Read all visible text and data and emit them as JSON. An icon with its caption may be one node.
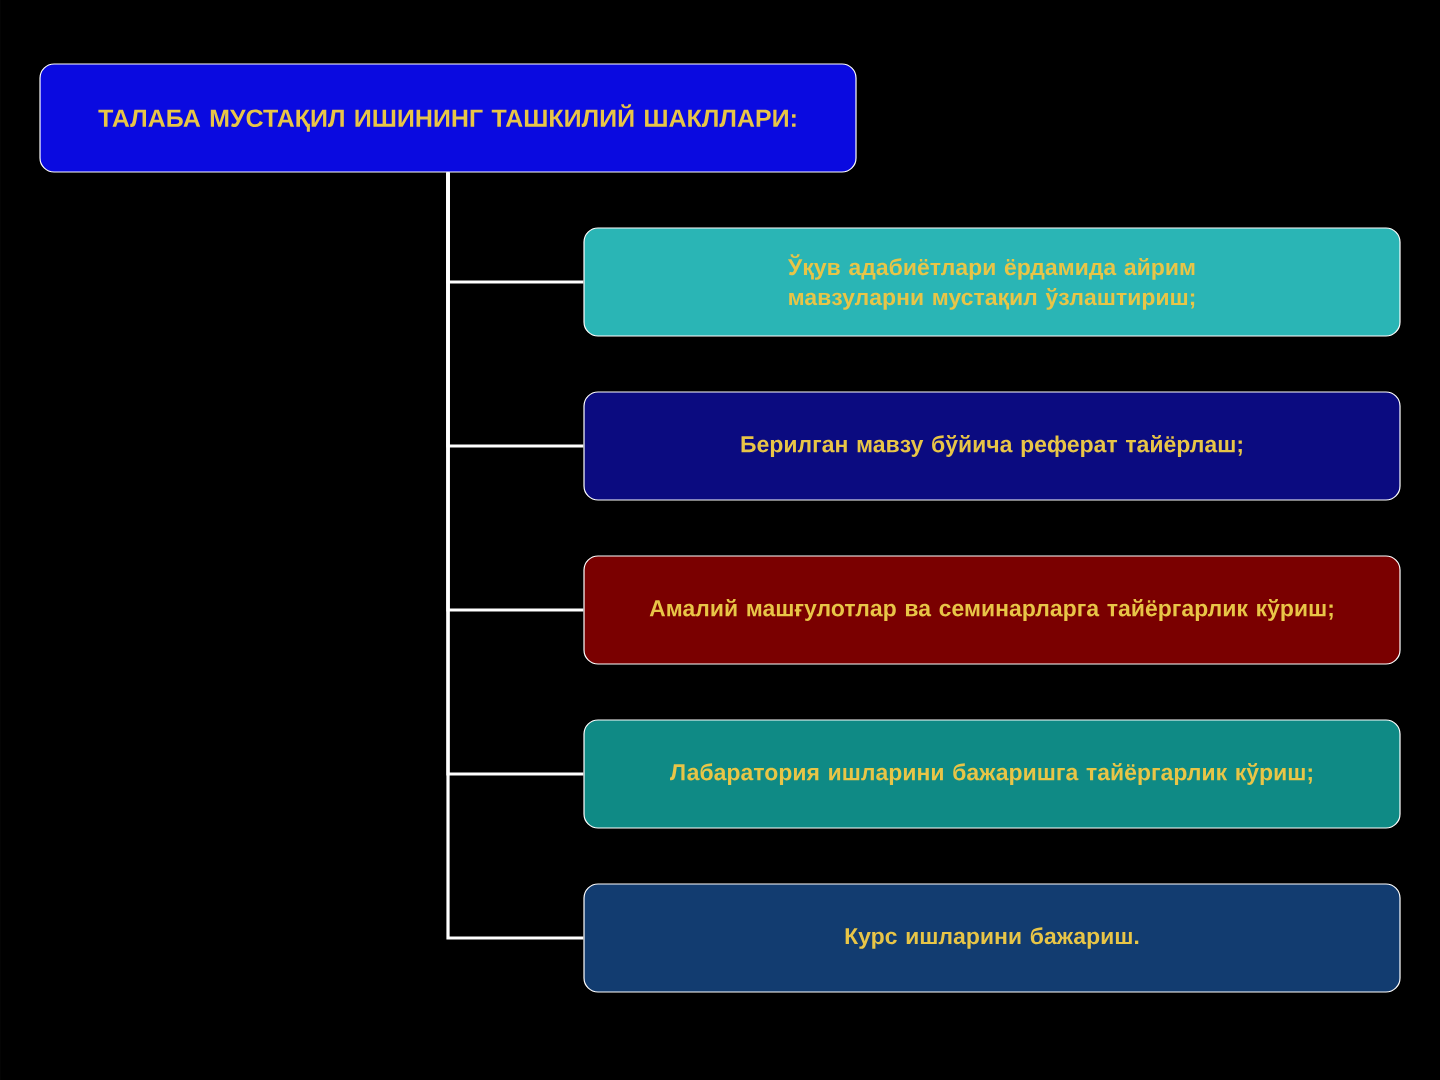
{
  "diagram": {
    "nodes": [
      {
        "text": [
          "ТАЛАБА МУСТАҚИЛ ИШИНИНГ ТАШКИЛИЙ ШАКЛЛАРИ:"
        ]
      },
      {
        "text": [
          "Ўқув адабиётлари ёрдамида айрим мавзуларни мустақил ўзлаштириш;"
        ]
      },
      {
        "text": [
          "Берилган мавзу бўйича реферат тайёрлаш;"
        ]
      },
      {
        "text": [
          "Амалий машғулотлар ва семинарларга тайёргарлик кўриш;"
        ]
      },
      {
        "text": [
          "Лабаратория ишларини бажаришга тайёргарлик кўриш;"
        ]
      },
      {
        "text": [
          "Курс ишларини бажариш."
        ]
      }
    ],
    "edges": [
      {
        "from": 0,
        "to": 1,
        "arrow": "none"
      },
      {
        "from": 0,
        "to": 2,
        "arrow": "none"
      },
      {
        "from": 0,
        "to": 3,
        "arrow": "none"
      },
      {
        "from": 0,
        "to": 4,
        "arrow": "none"
      },
      {
        "from": 0,
        "to": 5,
        "arrow": "none"
      }
    ]
  }
}
